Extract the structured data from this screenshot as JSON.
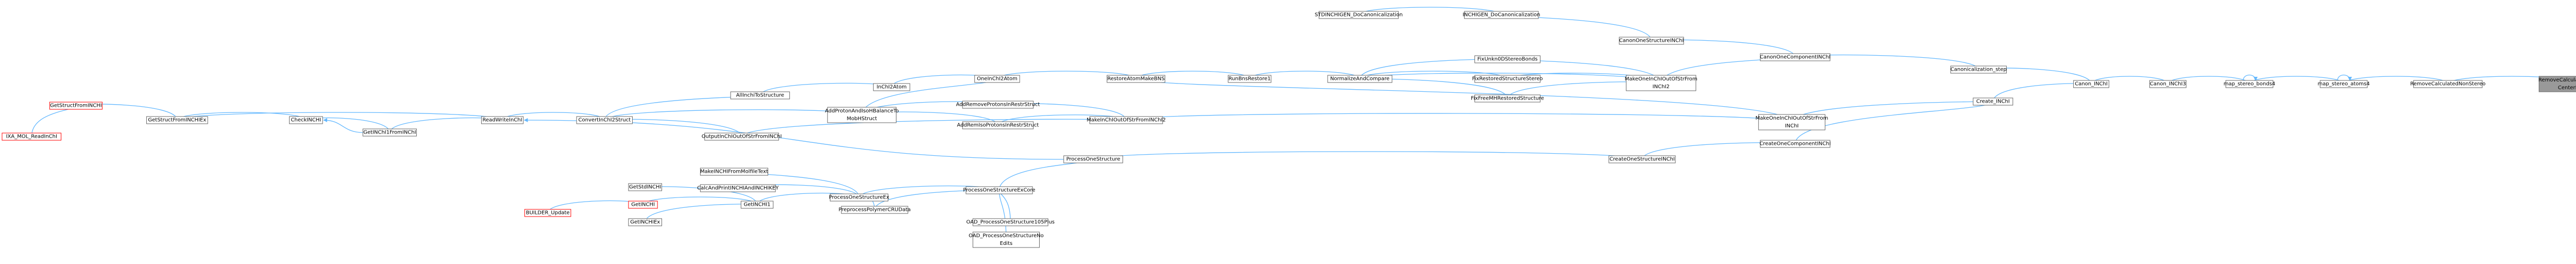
{
  "nodes": [
    {
      "id": "target",
      "lines": [
        "RemoveCalculatedNonStereo",
        "CenterParities"
      ],
      "kind": "target"
    },
    {
      "id": "RemoveCalculatedNonStereo",
      "lines": [
        "RemoveCalculatedNonStereo"
      ]
    },
    {
      "id": "map_stereo_atoms4",
      "lines": [
        "map_stereo_atoms4"
      ]
    },
    {
      "id": "map_stereo_bonds4",
      "lines": [
        "map_stereo_bonds4"
      ]
    },
    {
      "id": "Canon_INChI3",
      "lines": [
        "Canon_INChI3"
      ]
    },
    {
      "id": "Canon_INChI",
      "lines": [
        "Canon_INChI"
      ]
    },
    {
      "id": "Canonicalization_step",
      "lines": [
        "Canonicalization_step"
      ]
    },
    {
      "id": "Create_INChI",
      "lines": [
        "Create_INChI"
      ]
    },
    {
      "id": "CanonOneComponentINChI",
      "lines": [
        "CanonOneComponentINChI"
      ]
    },
    {
      "id": "CanonOneStructureINChI",
      "lines": [
        "CanonOneStructureINChI"
      ]
    },
    {
      "id": "INCHIGEN_DoCanonicalization",
      "lines": [
        "INCHIGEN_DoCanonicalization"
      ]
    },
    {
      "id": "STDINCHIGEN_DoCanonicalization",
      "lines": [
        "STDINCHIGEN_DoCanonicalization"
      ]
    },
    {
      "id": "MakeOneInChIOutOfStrFromINChI2",
      "lines": [
        "MakeOneInChIOutOfStrFrom",
        "INChI2"
      ]
    },
    {
      "id": "FixUnkn0DStereoBonds",
      "lines": [
        "FixUnkn0DStereoBonds"
      ]
    },
    {
      "id": "FixRestoredStructureStereo",
      "lines": [
        "FixRestoredStructureStereo"
      ]
    },
    {
      "id": "FixFreeMHRestoredStructure",
      "lines": [
        "FixFreeMHRestoredStructure"
      ]
    },
    {
      "id": "NormalizeAndCompare",
      "lines": [
        "NormalizeAndCompare"
      ]
    },
    {
      "id": "RunBnsRestore1",
      "lines": [
        "RunBnsRestore1"
      ]
    },
    {
      "id": "RestoreAtomMakeBNS",
      "lines": [
        "RestoreAtomMakeBNS"
      ]
    },
    {
      "id": "OneInChI2Atom",
      "lines": [
        "OneInChI2Atom"
      ]
    },
    {
      "id": "InChI2Atom",
      "lines": [
        "InChI2Atom"
      ]
    },
    {
      "id": "AllInchiToStructure",
      "lines": [
        "AllInchiToStructure"
      ]
    },
    {
      "id": "MakeOneInChIOutOfStrFromINChI",
      "lines": [
        "MakeOneInChIOutOfStrFrom",
        "INChI"
      ]
    },
    {
      "id": "MakeInChIOutOfStrFromINChI2",
      "lines": [
        "MakeInChIOutOfStrFromINChI2"
      ]
    },
    {
      "id": "CreateOneComponentINChI",
      "lines": [
        "CreateOneComponentINChI"
      ]
    },
    {
      "id": "CreateOneStructureINChI",
      "lines": [
        "CreateOneStructureINChI"
      ]
    },
    {
      "id": "ProcessOneStructure",
      "lines": [
        "ProcessOneStructure"
      ]
    },
    {
      "id": "AddRemoveProtonsInRestrStruct",
      "lines": [
        "AddRemoveProtonsInRestrStruct"
      ]
    },
    {
      "id": "AddRemIsoProtonsInRestrStruct",
      "lines": [
        "AddRemIsoProtonsInRestrStruct"
      ]
    },
    {
      "id": "AddProtonAndIsoHBalanceToMobHStruct",
      "lines": [
        "AddProtonAndIsoHBalanceTo",
        "MobHStruct"
      ]
    },
    {
      "id": "OutputInChIOutOfStrFromINChI",
      "lines": [
        "OutputInChIOutOfStrFromINChI"
      ]
    },
    {
      "id": "ConvertInChI2Struct",
      "lines": [
        "ConvertInChI2Struct"
      ]
    },
    {
      "id": "ReadWriteInChI",
      "lines": [
        "ReadWriteInChI"
      ]
    },
    {
      "id": "GetINChI1FromINChI",
      "lines": [
        "GetINChI1FromINChI"
      ]
    },
    {
      "id": "CheckINCHI",
      "lines": [
        "CheckINCHI"
      ]
    },
    {
      "id": "GetStructFromINCHIEx",
      "lines": [
        "GetStructFromINCHIEx"
      ]
    },
    {
      "id": "GetStructFromINCHI",
      "lines": [
        "GetStructFromINCHI"
      ],
      "kind": "external"
    },
    {
      "id": "IXA_MOL_ReadInChI",
      "lines": [
        "IXA_MOL_ReadInChI"
      ],
      "kind": "external"
    },
    {
      "id": "ProcessOneStructureExCore",
      "lines": [
        "ProcessOneStructureExCore"
      ]
    },
    {
      "id": "ProcessOneStructureEx",
      "lines": [
        "ProcessOneStructureEx"
      ]
    },
    {
      "id": "PreprocessPolymerCRUData",
      "lines": [
        "PreprocessPolymerCRUData"
      ]
    },
    {
      "id": "OAD_ProcessOneStructure105Plus",
      "lines": [
        "OAD_ProcessOneStructure105Plus"
      ]
    },
    {
      "id": "OAD_ProcessOneStructureNoEdits",
      "lines": [
        "OAD_ProcessOneStructureNo",
        "Edits"
      ]
    },
    {
      "id": "MakeINCHIFromMolfileText",
      "lines": [
        "MakeINCHIFromMolfileText"
      ]
    },
    {
      "id": "CalcAndPrintINCHIAndINCHIKEY",
      "lines": [
        "CalcAndPrintINCHIAndINCHIKEY"
      ]
    },
    {
      "id": "GetINCHI1",
      "lines": [
        "GetINCHI1"
      ]
    },
    {
      "id": "GetStdINCHI",
      "lines": [
        "GetStdINCHI"
      ]
    },
    {
      "id": "GetINCHI",
      "lines": [
        "GetINCHI"
      ],
      "kind": "external"
    },
    {
      "id": "GetINCHIEx",
      "lines": [
        "GetINCHIEx"
      ]
    },
    {
      "id": "BUILDER_Update",
      "lines": [
        "BUILDER_Update"
      ],
      "kind": "external"
    }
  ],
  "edges": [
    [
      "RemoveCalculatedNonStereo",
      "target"
    ],
    [
      "map_stereo_atoms4",
      "RemoveCalculatedNonStereo"
    ],
    [
      "map_stereo_atoms4",
      "map_stereo_atoms4"
    ],
    [
      "map_stereo_bonds4",
      "map_stereo_atoms4"
    ],
    [
      "map_stereo_bonds4",
      "map_stereo_bonds4"
    ],
    [
      "Canon_INChI3",
      "map_stereo_bonds4"
    ],
    [
      "Canon_INChI",
      "Canon_INChI3"
    ],
    [
      "Canonicalization_step",
      "Canon_INChI"
    ],
    [
      "Create_INChI",
      "Canon_INChI"
    ],
    [
      "CanonOneComponentINChI",
      "Canonicalization_step"
    ],
    [
      "CanonOneStructureINChI",
      "CanonOneComponentINChI"
    ],
    [
      "INCHIGEN_DoCanonicalization",
      "CanonOneStructureINChI"
    ],
    [
      "STDINCHIGEN_DoCanonicalization",
      "INCHIGEN_DoCanonicalization"
    ],
    [
      "MakeOneInChIOutOfStrFromINChI2",
      "CanonOneComponentINChI"
    ],
    [
      "MakeOneInChIOutOfStrFromINChI",
      "Create_INChI"
    ],
    [
      "CreateOneComponentINChI",
      "Create_INChI"
    ],
    [
      "CreateOneStructureINChI",
      "CreateOneComponentINChI"
    ],
    [
      "ProcessOneStructure",
      "CreateOneStructureINChI"
    ],
    [
      "FixUnkn0DStereoBonds",
      "MakeOneInChIOutOfStrFromINChI2"
    ],
    [
      "FixRestoredStructureStereo",
      "MakeOneInChIOutOfStrFromINChI2"
    ],
    [
      "FixFreeMHRestoredStructure",
      "MakeOneInChIOutOfStrFromINChI2"
    ],
    [
      "NormalizeAndCompare",
      "MakeOneInChIOutOfStrFromINChI2"
    ],
    [
      "NormalizeAndCompare",
      "FixUnkn0DStereoBonds"
    ],
    [
      "NormalizeAndCompare",
      "FixRestoredStructureStereo"
    ],
    [
      "NormalizeAndCompare",
      "FixFreeMHRestoredStructure"
    ],
    [
      "RunBnsRestore1",
      "NormalizeAndCompare"
    ],
    [
      "RestoreAtomMakeBNS",
      "RunBnsRestore1"
    ],
    [
      "RestoreAtomMakeBNS",
      "MakeOneInChIOutOfStrFromINChI"
    ],
    [
      "OneInChI2Atom",
      "RestoreAtomMakeBNS"
    ],
    [
      "InChI2Atom",
      "OneInChI2Atom"
    ],
    [
      "AllInchiToStructure",
      "InChI2Atom"
    ],
    [
      "ConvertInChI2Struct",
      "AllInchiToStructure"
    ],
    [
      "MakeInChIOutOfStrFromINChI2",
      "MakeOneInChIOutOfStrFromINChI"
    ],
    [
      "AddRemoveProtonsInRestrStruct",
      "MakeInChIOutOfStrFromINChI2"
    ],
    [
      "AddRemIsoProtonsInRestrStruct",
      "MakeInChIOutOfStrFromINChI2"
    ],
    [
      "OutputInChIOutOfStrFromINChI",
      "MakeInChIOutOfStrFromINChI2"
    ],
    [
      "AddProtonAndIsoHBalanceToMobHStruct",
      "OneInChI2Atom"
    ],
    [
      "AddProtonAndIsoHBalanceToMobHStruct",
      "AddRemoveProtonsInRestrStruct"
    ],
    [
      "AddProtonAndIsoHBalanceToMobHStruct",
      "AddRemIsoProtonsInRestrStruct"
    ],
    [
      "ConvertInChI2Struct",
      "AddProtonAndIsoHBalanceToMobHStruct"
    ],
    [
      "ConvertInChI2Struct",
      "OutputInChIOutOfStrFromINChI"
    ],
    [
      "ReadWriteInChI",
      "ConvertInChI2Struct"
    ],
    [
      "GetINChI1FromINChI",
      "ReadWriteInChI"
    ],
    [
      "GetStructFromINCHIEx",
      "ReadWriteInChI"
    ],
    [
      "CheckINCHI",
      "GetINChI1FromINChI"
    ],
    [
      "GetINChI1FromINChI",
      "CheckINCHI"
    ],
    [
      "GetStructFromINCHIEx",
      "CheckINCHI"
    ],
    [
      "GetStructFromINCHI",
      "GetStructFromINCHIEx"
    ],
    [
      "IXA_MOL_ReadInChI",
      "GetStructFromINCHI"
    ],
    [
      "ProcessOneStructureExCore",
      "ProcessOneStructure"
    ],
    [
      "ProcessOneStructureEx",
      "ProcessOneStructureExCore"
    ],
    [
      "PreprocessPolymerCRUData",
      "ProcessOneStructureExCore"
    ],
    [
      "OAD_ProcessOneStructure105Plus",
      "ProcessOneStructureExCore"
    ],
    [
      "OAD_ProcessOneStructureNoEdits",
      "ProcessOneStructureExCore"
    ],
    [
      "ProcessOneStructureEx",
      "PreprocessPolymerCRUData"
    ],
    [
      "MakeINCHIFromMolfileText",
      "ProcessOneStructureEx"
    ],
    [
      "CalcAndPrintINCHIAndINCHIKEY",
      "ProcessOneStructureEx"
    ],
    [
      "GetINCHI1",
      "ProcessOneStructureEx"
    ],
    [
      "GetStdINCHI",
      "GetINCHI1"
    ],
    [
      "GetINCHI",
      "GetINCHI1"
    ],
    [
      "GetINCHIEx",
      "GetINCHI1"
    ],
    [
      "BUILDER_Update",
      "GetINCHI"
    ],
    [
      "ProcessOneStructure",
      "ReadWriteInChI"
    ]
  ]
}
